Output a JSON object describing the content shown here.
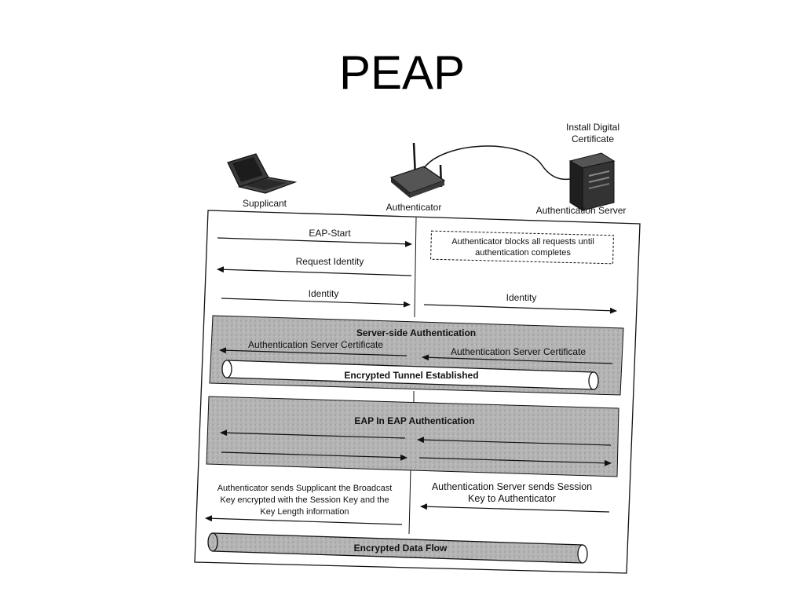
{
  "title": "PEAP",
  "entities": {
    "supplicant": "Supplicant",
    "authenticator": "Authenticator",
    "server": "Authentication Server",
    "server_note_line1": "Install Digital",
    "server_note_line2": "Certificate"
  },
  "messages": {
    "eap_start": "EAP-Start",
    "blocks_line1": "Authenticator blocks all requests until",
    "blocks_line2": "authentication completes",
    "request_identity": "Request Identity",
    "identity_left": "Identity",
    "identity_right": "Identity"
  },
  "server_side": {
    "heading": "Server-side Authentication",
    "cert_left": "Authentication Server Certificate",
    "cert_right": "Authentication Server Certificate",
    "tunnel": "Encrypted Tunnel Established"
  },
  "eap_in_eap": {
    "heading": "EAP In EAP Authentication"
  },
  "key_exchange": {
    "left_line1": "Authenticator sends Supplicant the Broadcast",
    "left_line2": "Key encrypted with the Session Key and the",
    "left_line3": "Key Length information",
    "right_line1": "Authentication Server sends Session",
    "right_line2": "Key to Authenticator"
  },
  "data_flow": {
    "label": "Encrypted Data Flow"
  }
}
